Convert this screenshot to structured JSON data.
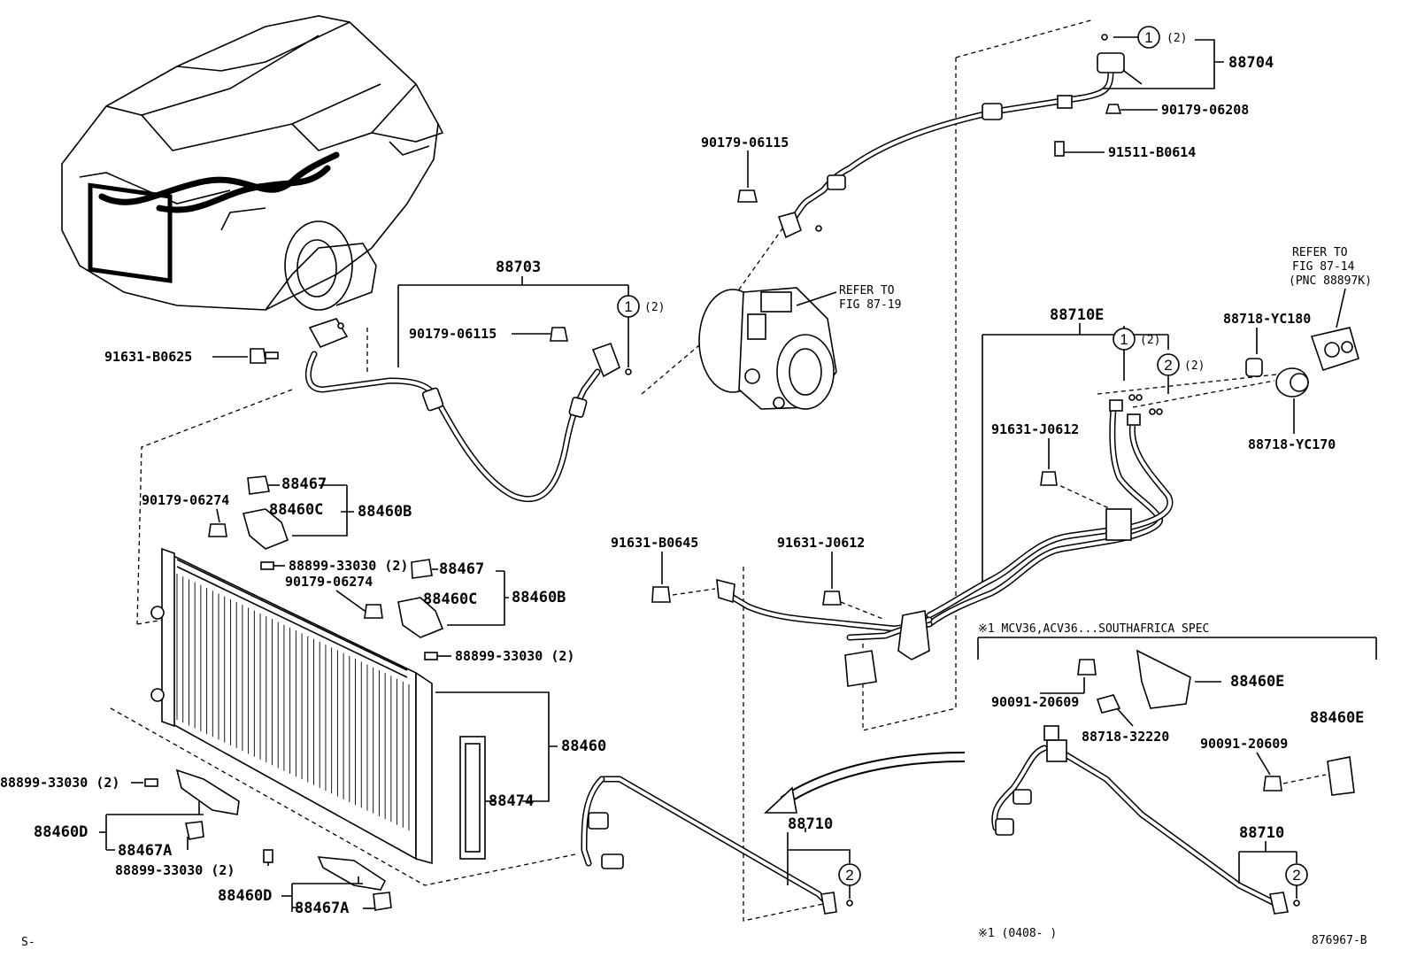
{
  "labels": {
    "p88704": "88704",
    "p90179_06208": "90179-06208",
    "p91511_b0614": "91511-B0614",
    "p90179_06115_top": "90179-06115",
    "p88703": "88703",
    "p90179_06115_mid": "90179-06115",
    "p91631_b0625": "91631-B0625",
    "refer_87_19_a": "REFER TO",
    "refer_87_19_b": "FIG 87-19",
    "refer_87_14_a": "REFER TO",
    "refer_87_14_b": "FIG 87-14",
    "refer_87_14_c": "(PNC 88897K)",
    "p88710E": "88710E",
    "p88718_yc180": "88718-YC180",
    "p88718_yc170": "88718-YC170",
    "p91631_j0612_r": "91631-J0612",
    "p88467_a": "88467",
    "p90179_06274_a": "90179-06274",
    "p88460C_a": "88460C",
    "p88460B_a": "88460B",
    "p88899_33030_a": "88899-33030 (2)",
    "p88467_b": "88467",
    "p90179_06274_b": "90179-06274",
    "p88460C_b": "88460C",
    "p88460B_b": "88460B",
    "p88899_33030_b": "88899-33030 (2)",
    "p91631_b0645": "91631-B0645",
    "p91631_j0612_c": "91631-J0612",
    "p88460": "88460",
    "p88474": "88474",
    "p88899_33030_c": "88899-33030 (2)",
    "p88460D_a": "88460D",
    "p88467A_a": "88467A",
    "p88899_33030_d": "88899-33030 (2)",
    "p88460D_b": "88460D",
    "p88467A_b": "88467A",
    "p88710_c": "88710",
    "spec_note": "※1 MCV36,ACV36...SOUTHAFRICA SPEC",
    "p88460E_a": "88460E",
    "p90091_20609_a": "90091-20609",
    "p88718_32220": "88718-32220",
    "p88460E_b": "88460E",
    "p90091_20609_b": "90091-20609",
    "p88710_r": "88710",
    "footnote": "※1 (0408-      )",
    "corner_left": "S-",
    "figure_code": "876967-B"
  },
  "callouts": {
    "c1": "1",
    "c2": "2",
    "qty2": "(2)"
  }
}
